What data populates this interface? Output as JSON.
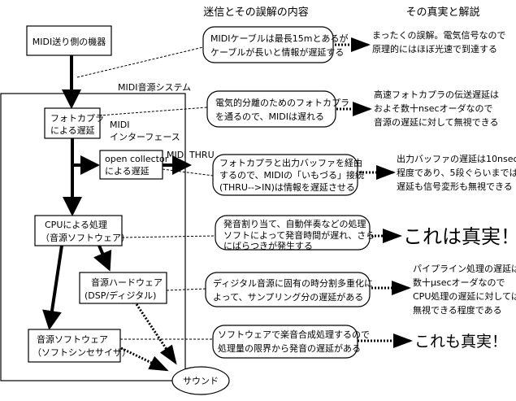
{
  "headers": {
    "myth": "迷信とその誤解の内容",
    "truth": "その真実と解説"
  },
  "nodes": {
    "sender": "MIDI送り側の機器",
    "system_label": "MIDI音源システム",
    "photocoupler": [
      "フォトカプラ",
      "による遅延"
    ],
    "interface_label": [
      "MIDI",
      "インターフェース"
    ],
    "open_collector": [
      "open collector",
      "による遅延"
    ],
    "midi_thru": "MIDI THRU",
    "cpu": [
      "CPUによる処理",
      "（音源ソフトウェア）"
    ],
    "hardware": [
      "音源ハードウェア",
      "(DSP/ディジタル)"
    ],
    "software": [
      "音源ソフトウェア",
      "（ソフトシンセサイザ）"
    ],
    "sound": "サウンド"
  },
  "myths": [
    {
      "lines": [
        "MIDIケーブルは最長15mとあるが",
        "ケーブルが長いと情報が遅延する"
      ],
      "truth": [
        "まったくの誤解。電気信号なので",
        "原理的にはほぼ光速で到達する"
      ]
    },
    {
      "lines": [
        "電気的分離のためのフォトカプラ",
        "を通るので、MIDIは遅れる"
      ],
      "truth": [
        "高速フォトカプラの伝送遅延は",
        "およそ数十nsecオーダなので",
        "音源の遅延に対して無視できる"
      ]
    },
    {
      "lines": [
        "フォトカプラと出力バッファを経由",
        "するので、MIDIの「いもづる」接続",
        "(THRU-->IN)は情報を遅延させる"
      ],
      "truth": [
        "出力バッファの遅延は10nsec",
        "程度であり、5段ぐらいまでは",
        "遅延も信号変形も無視できる"
      ]
    },
    {
      "lines": [
        "発音割り当て、自動伴奏などの処理",
        "ソフトによって発音時間が遅れ、さら",
        "にばらつきが発生する"
      ],
      "truth": [
        "これは真実！"
      ]
    },
    {
      "lines": [
        "ディジタル音源に固有の時分割多重化に",
        "よって、サンプリング分の遅延がある"
      ],
      "truth": [
        "パイプライン処理の遅延は",
        "数十μsecオーダなので",
        "CPU処理の遅延に対しては",
        "無視できる程度である"
      ]
    },
    {
      "lines": [
        "ソフトウェアで楽音合成処理するので",
        "処理量の限界から発音の遅延がある"
      ],
      "truth": [
        "これも真実！"
      ]
    }
  ]
}
